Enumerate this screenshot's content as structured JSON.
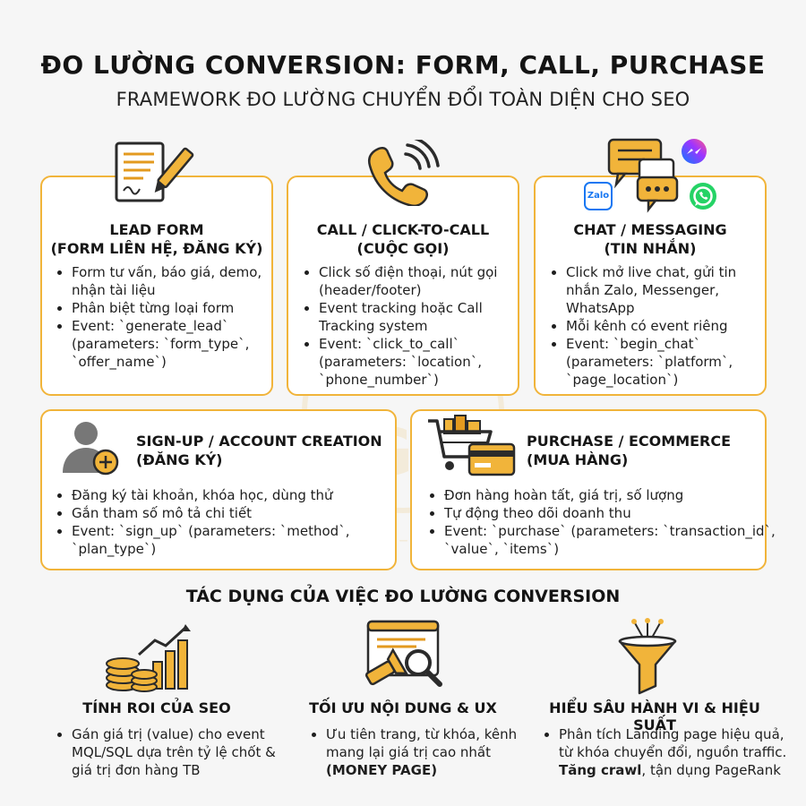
{
  "header": {
    "title": "ĐO LƯỜNG CONVERSION: FORM, CALL, PURCHASE",
    "subtitle": "FRAMEWORK ĐO LƯỜNG CHUYỂN ĐỔI TOÀN DIỆN CHO SEO"
  },
  "cards": {
    "lead": {
      "title1": "LEAD FORM",
      "title2": "(FORM LIÊN HỆ, ĐĂNG KÝ)",
      "bullets": [
        "Form tư vấn, báo giá, demo, nhận tài liệu",
        "Phân biệt từng loại form",
        "Event: `generate_lead` (parameters: `form_type`, `offer_name`)"
      ]
    },
    "call": {
      "title1": "CALL / CLICK-TO-CALL",
      "title2": "(CUỘC GỌI)",
      "bullets": [
        "Click số điện thoại, nút gọi (header/footer)",
        "Event tracking hoặc Call Tracking system",
        "Event: `click_to_call` (parameters: `location`, `phone_number`)"
      ]
    },
    "chat": {
      "title1": "CHAT / MESSAGING",
      "title2": "(TIN NHẮN)",
      "zalo_label": "Zalo",
      "bullets": [
        "Click mở live chat, gửi tin nhắn Zalo, Messenger, WhatsApp",
        "Mỗi kênh có event riêng",
        "Event: `begin_chat` (parameters: `platform`, `page_location`)"
      ]
    },
    "signup": {
      "title1": "SIGN-UP / ACCOUNT CREATION",
      "title2": "(ĐĂNG KÝ)",
      "bullets": [
        "Đăng ký tài khoản, khóa học, dùng thử",
        "Gắn tham số mô tả chi tiết",
        "Event: `sign_up` (parameters: `method`, `plan_type`)"
      ]
    },
    "purchase": {
      "title1": "PURCHASE / ECOMMERCE",
      "title2": "(MUA HÀNG)",
      "bullets": [
        "Đơn hàng hoàn tất, giá trị, số lượng",
        "Tự động theo dõi doanh thu",
        "Event: `purchase` (parameters: `transaction_id`, `value`, `items`)"
      ]
    }
  },
  "benefits": {
    "section_title": "TÁC DỤNG CỦA VIỆC ĐO LƯỜNG CONVERSION",
    "roi": {
      "title": "TÍNH ROI CỦA SEO",
      "text": "Gán giá trị (value) cho event MQL/SQL dựa trên tỷ lệ chốt & giá trị đơn hàng TB"
    },
    "ux": {
      "title": "TỐI ƯU NỘI DUNG & UX",
      "text": "Ưu tiên trang, từ khóa, kênh mang lại giá trị cao nhất",
      "bold": "(MONEY PAGE)"
    },
    "behavior": {
      "title": "HIỂU SÂU HÀNH VI & HIỆU SUẤT",
      "text": "Phân tích Landing page hiệu quả, từ khóa chuyển đổi, nguồn traffic.",
      "bold": "Tăng crawl",
      "tail": ", tận dụng PageRank"
    }
  },
  "watermark": {
    "text": "LIGHT",
    "tagline": "Nhanh – Chuẩn"
  },
  "colors": {
    "accent": "#f1b43a",
    "accent_dark": "#e39a1f",
    "icon_dark": "#2b2b2b",
    "zalo": "#1877f2",
    "whatsapp": "#25d366",
    "messenger": "#7b3ff2"
  }
}
